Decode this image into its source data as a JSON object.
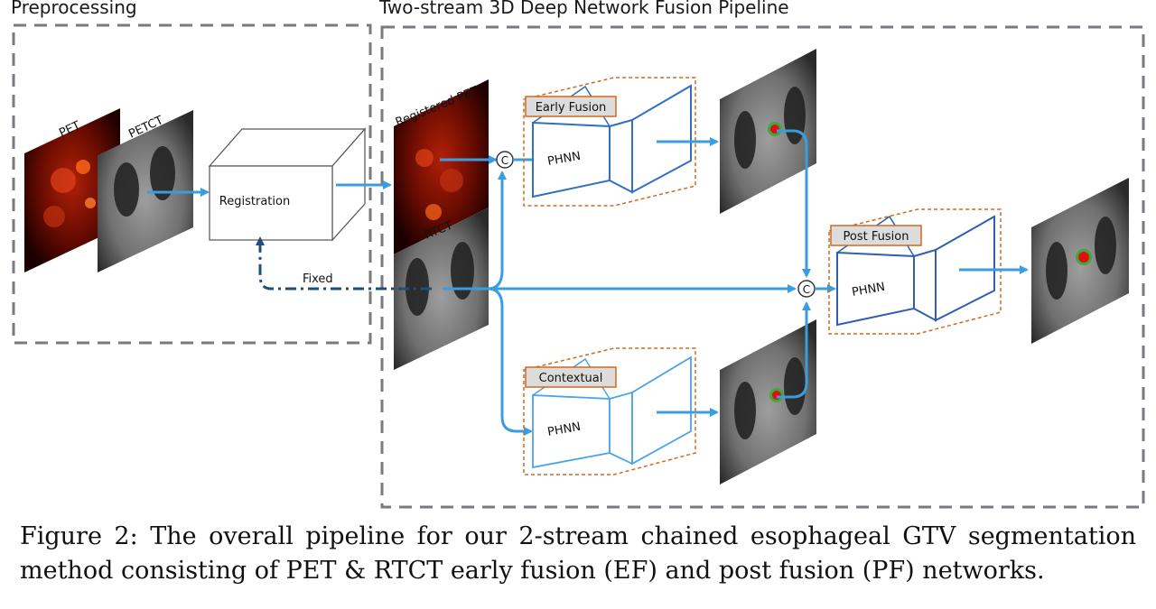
{
  "sections": {
    "preprocessing": "Preprocessing",
    "pipeline": "Two-stream 3D Deep Network Fusion Pipeline"
  },
  "images": {
    "pet": "PET",
    "petct": "PETCT",
    "registered_pet": "Registered PET",
    "rtct": "RTCT"
  },
  "blocks": {
    "registration": "Registration",
    "early_fusion": "Early Fusion",
    "contextual": "Contextual",
    "post_fusion": "Post Fusion",
    "phnn": "PHNN"
  },
  "labels": {
    "fixed": "Fixed",
    "concat": "C"
  },
  "caption": "Figure 2: The overall pipeline for our 2-stream chained esophageal GTV segmentation method consisting of PET & RTCT early fusion (EF) and post fusion (PF) networks.",
  "colors": {
    "arrow": "#3a9de0",
    "fixed_arrow": "#1f4e79",
    "block_outline": "#2f6fc4",
    "block_fill": "#ffffff",
    "dashed_box": "#d2691e",
    "section_box": "#7a7a80",
    "label_bg": "#dcdcdc",
    "pet_dark": "#200000",
    "pet_hot": "#d63a0a",
    "ct_gray": "#9a9a9a",
    "tumor_red": "#e01010",
    "tumor_green": "#3fa83f"
  }
}
